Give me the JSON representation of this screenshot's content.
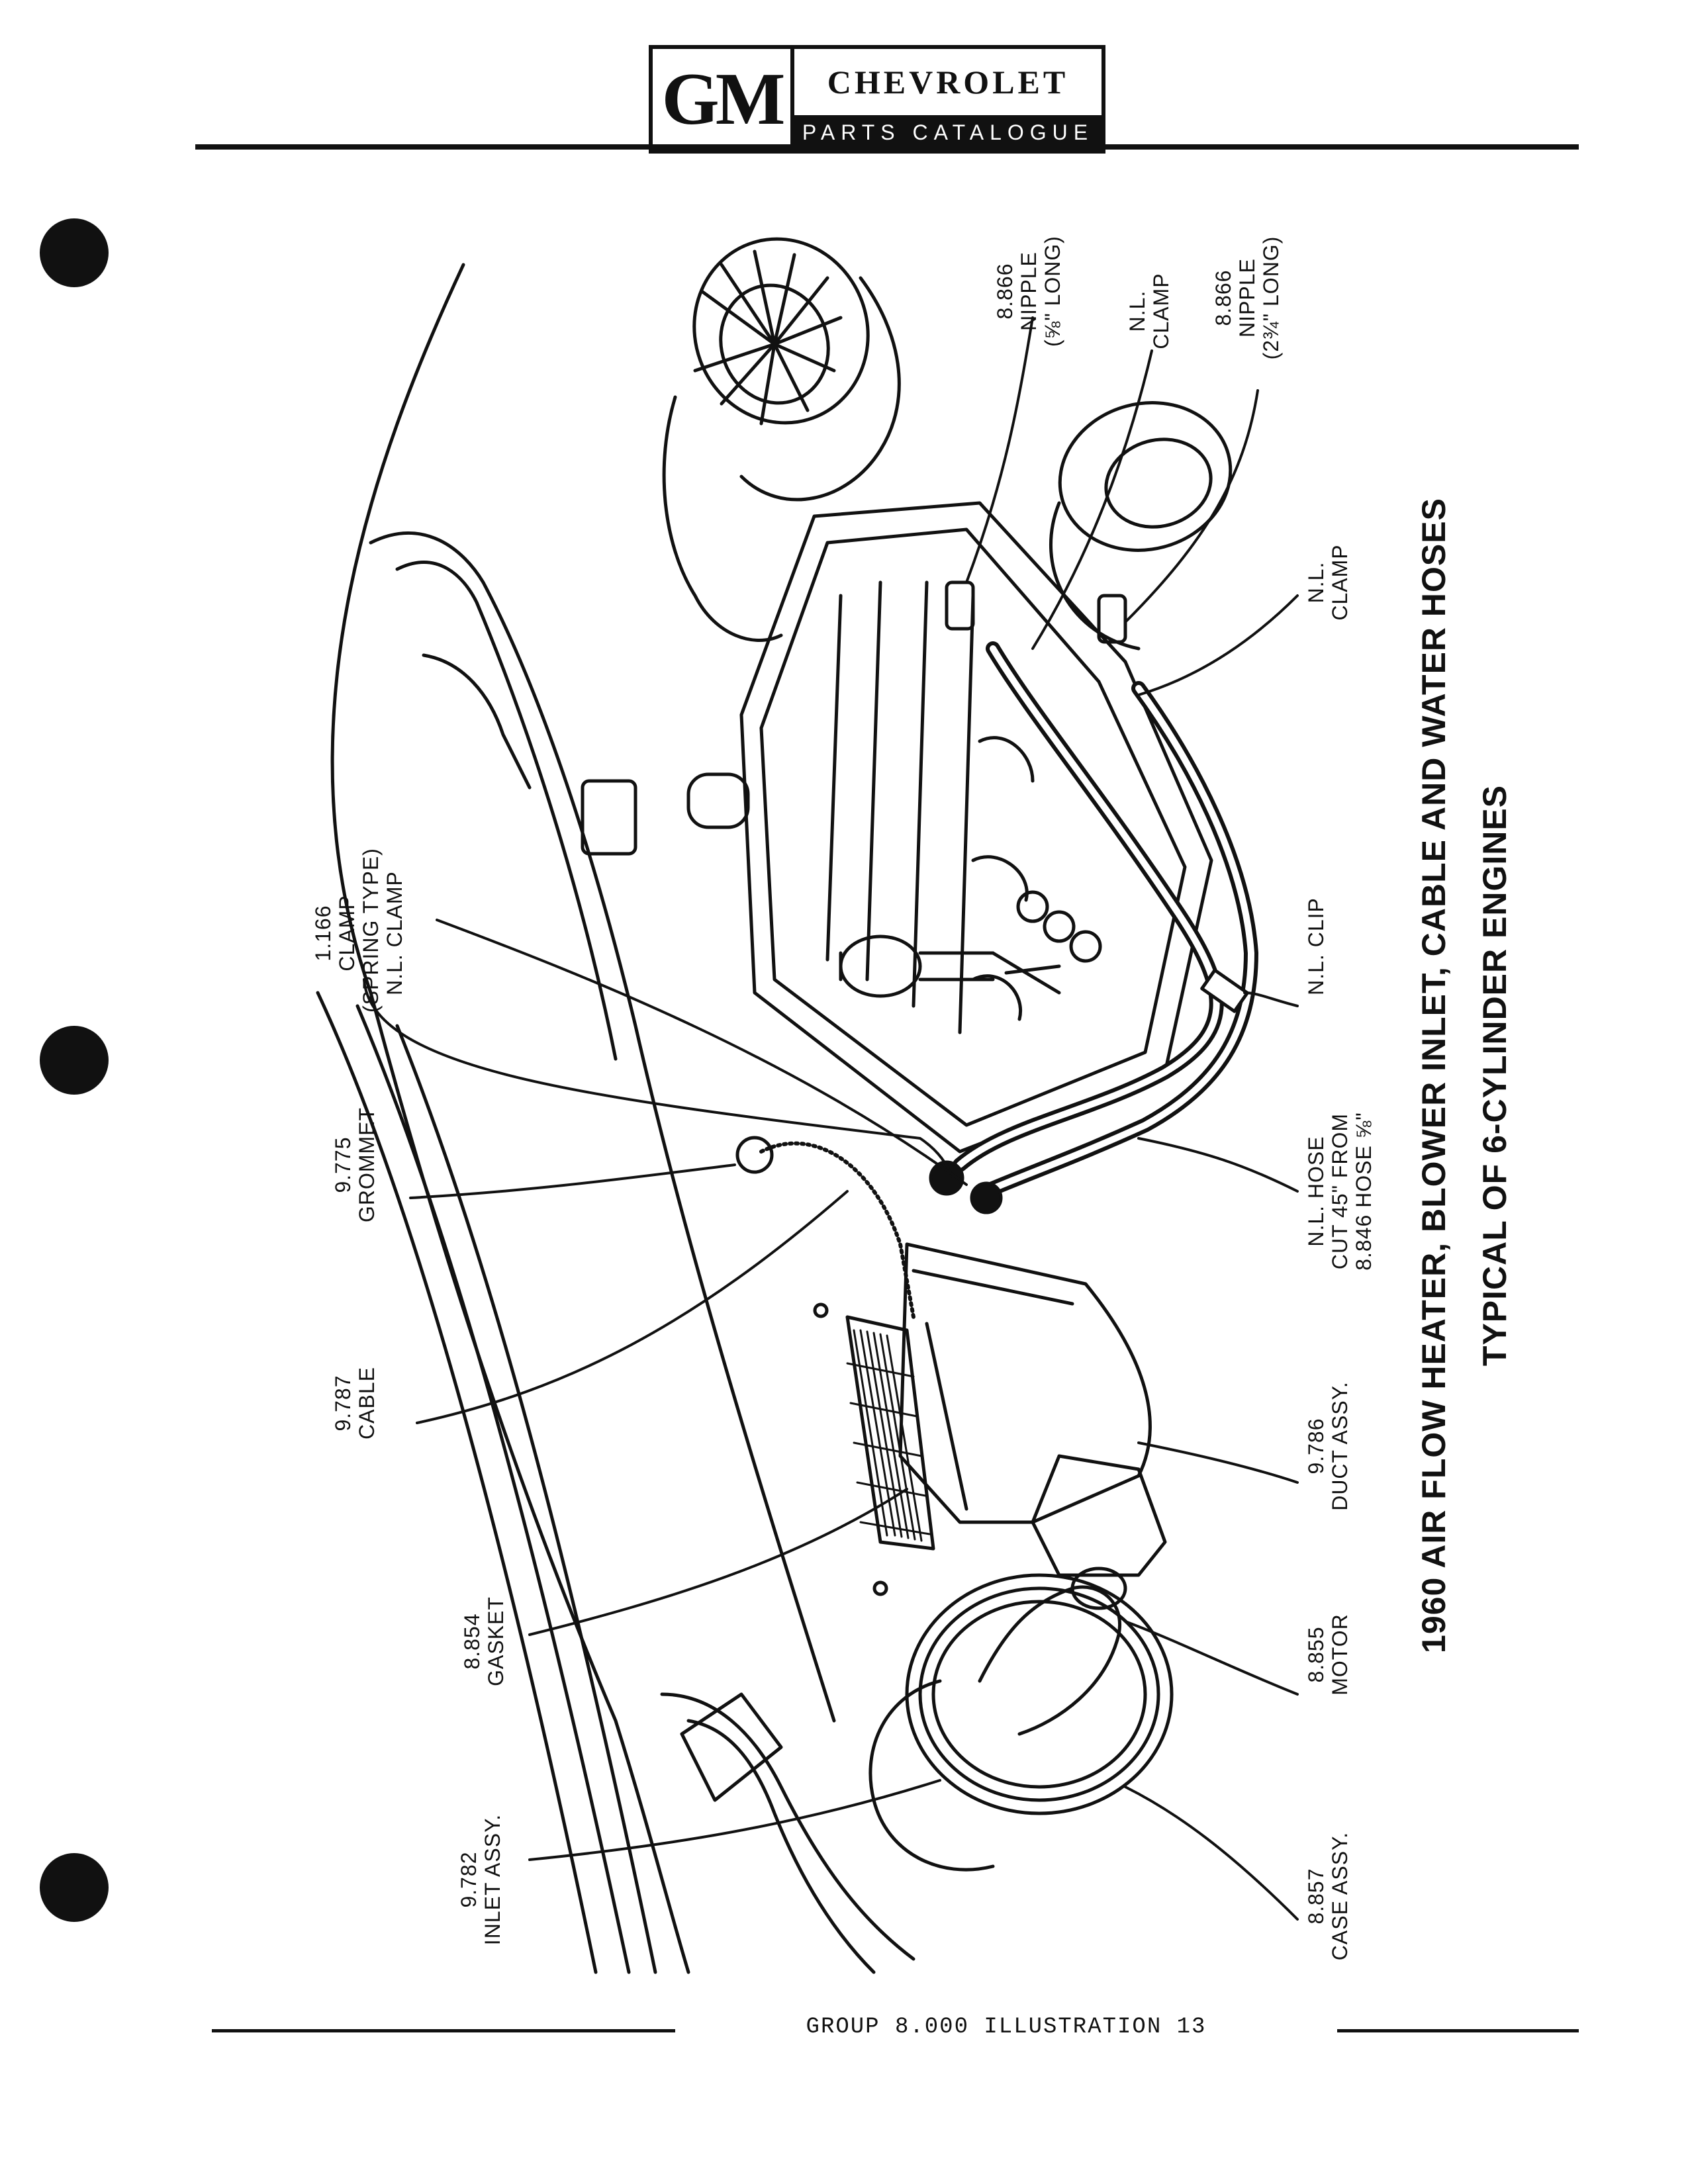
{
  "header": {
    "logo_letters": "GM",
    "brand": "CHEVROLET",
    "subtitle": "PARTS CATALOGUE"
  },
  "title": {
    "line1": "1960 AIR FLOW HEATER, BLOWER INLET, CABLE AND WATER HOSES",
    "line2": "TYPICAL OF 6-CYLINDER ENGINES"
  },
  "callouts": {
    "inlet": [
      "9.782",
      "INLET ASSY."
    ],
    "gasket": [
      "8.854",
      "GASKET"
    ],
    "cable": [
      "9.787",
      "CABLE"
    ],
    "grommet": [
      "9.775",
      "GROMMET"
    ],
    "clamp_spring": [
      "1.166",
      "CLAMP",
      "(SPRING TYPE)",
      "N.L. CLAMP"
    ],
    "nipple_short": [
      "8.866",
      "NIPPLE",
      "(⅝\" LONG)"
    ],
    "nl_clamp_top": [
      "N.L.",
      "CLAMP"
    ],
    "nipple_long": [
      "8.866",
      "NIPPLE",
      "(2¾\" LONG)"
    ],
    "nl_clamp_right": [
      "N.L.",
      "CLAMP"
    ],
    "nl_clip": [
      "N.L. CLIP"
    ],
    "nl_hose": [
      "N.L. HOSE",
      "CUT 45\" FROM",
      "8.846 HOSE ⅝\""
    ],
    "duct": [
      "9.786",
      "DUCT ASSY."
    ],
    "motor": [
      "8.855",
      "MOTOR"
    ],
    "case": [
      "8.857",
      "CASE ASSY."
    ]
  },
  "footer": {
    "text": "GROUP 8.000 ILLUSTRATION 13"
  }
}
